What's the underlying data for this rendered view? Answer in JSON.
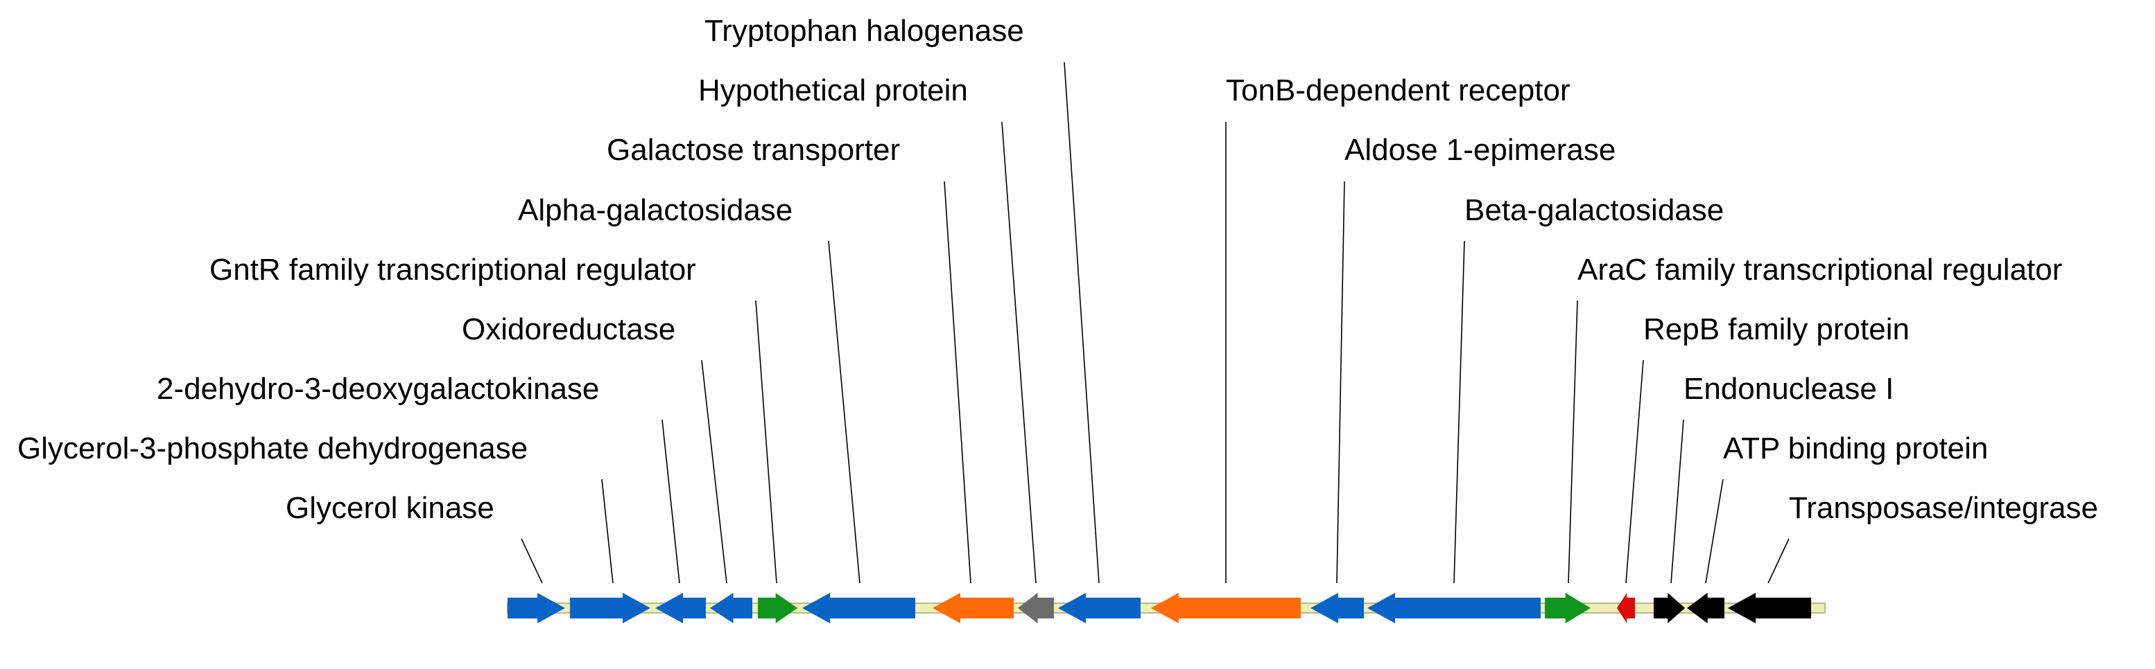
{
  "colors": {
    "blue": "#0a64c8",
    "green": "#10961e",
    "orange": "#ff6a0a",
    "gray": "#6b6b6b",
    "red": "#dc0a0a",
    "black": "#000000",
    "backbone": "#eef0b4",
    "backbone_edge": "#b8b88a"
  },
  "genes": [
    {
      "label": "Glycerol kinase",
      "strand": "+",
      "color": "blue"
    },
    {
      "label": "Glycerol-3-phosphate dehydrogenase",
      "strand": "+",
      "color": "blue"
    },
    {
      "label": "2-dehydro-3-deoxygalactokinase",
      "strand": "-",
      "color": "blue"
    },
    {
      "label": "Oxidoreductase",
      "strand": "-",
      "color": "blue"
    },
    {
      "label": "GntR family transcriptional regulator",
      "strand": "+",
      "color": "green"
    },
    {
      "label": "Alpha-galactosidase",
      "strand": "-",
      "color": "blue"
    },
    {
      "label": "Galactose transporter",
      "strand": "-",
      "color": "orange"
    },
    {
      "label": "Hypothetical protein",
      "strand": "-",
      "color": "gray"
    },
    {
      "label": "Tryptophan halogenase",
      "strand": "-",
      "color": "blue"
    },
    {
      "label": "TonB-dependent receptor",
      "strand": "-",
      "color": "orange"
    },
    {
      "label": "Aldose 1-epimerase",
      "strand": "-",
      "color": "blue"
    },
    {
      "label": "Beta-galactosidase",
      "strand": "-",
      "color": "blue"
    },
    {
      "label": "AraC family transcriptional regulator",
      "strand": "+",
      "color": "green"
    },
    {
      "label": "RepB family protein",
      "strand": "-",
      "color": "red"
    },
    {
      "label": "Endonuclease I",
      "strand": "+",
      "color": "black"
    },
    {
      "label": "ATP binding protein",
      "strand": "-",
      "color": "black"
    },
    {
      "label": "Transposase/integrase",
      "strand": "-",
      "color": "black"
    }
  ]
}
